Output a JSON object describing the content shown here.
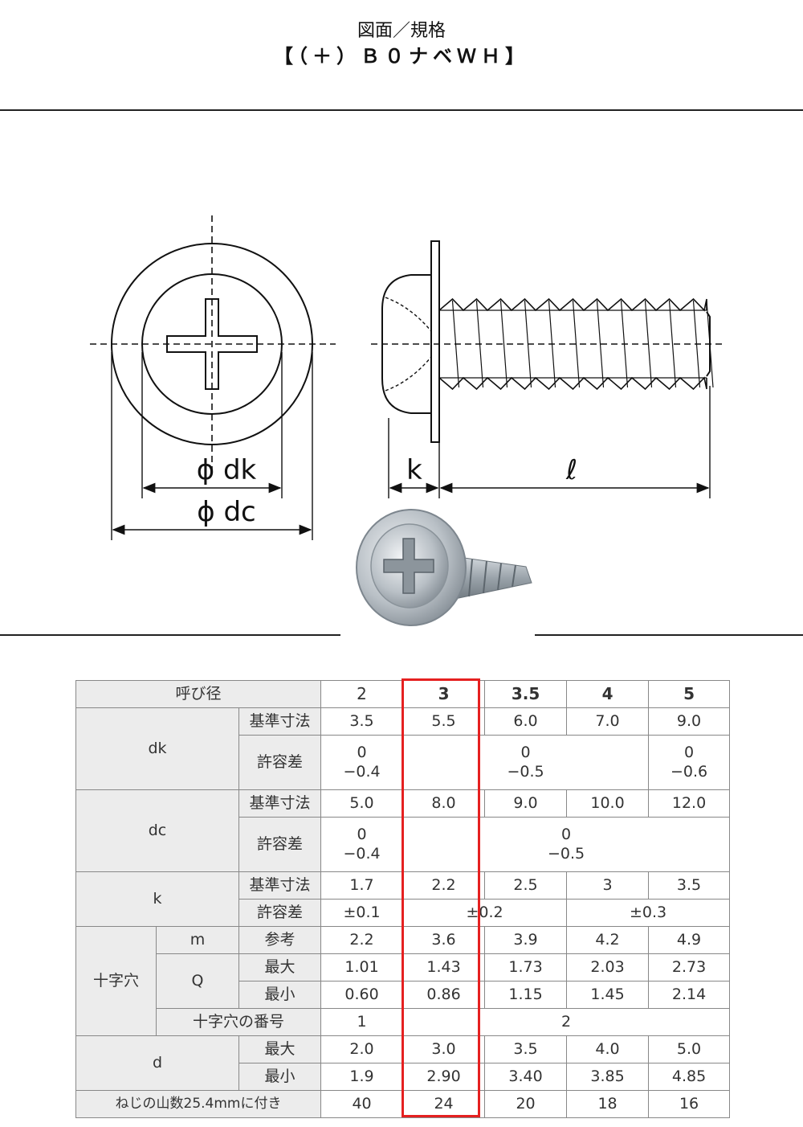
{
  "header": {
    "line1": "図面／規格",
    "line2": "【（＋）Ｂ０ナベＷＨ】"
  },
  "drawing": {
    "phi_dk": "ϕ dk",
    "phi_dc": "ϕ dc",
    "k": "k",
    "l": "ℓ"
  },
  "table": {
    "nominal_label": "呼び径",
    "sizes": [
      "2",
      "3",
      "3.5",
      "4",
      "5"
    ],
    "base_label": "基準寸法",
    "tol_label": "許容差",
    "dk": {
      "label": "dk",
      "base": [
        "3.5",
        "5.5",
        "6.0",
        "7.0",
        "9.0"
      ],
      "tol_a_top": "0",
      "tol_a_bot": "−0.4",
      "tol_b_top": "0",
      "tol_b_bot": "−0.5",
      "tol_c_top": "0",
      "tol_c_bot": "−0.6"
    },
    "dc": {
      "label": "dc",
      "base": [
        "5.0",
        "8.0",
        "9.0",
        "10.0",
        "12.0"
      ],
      "tol_a_top": "0",
      "tol_a_bot": "−0.4",
      "tol_b_top": "0",
      "tol_b_bot": "−0.5"
    },
    "k": {
      "label": "k",
      "base": [
        "1.7",
        "2.2",
        "2.5",
        "3",
        "3.5"
      ],
      "tol_a": "±0.1",
      "tol_b": "±0.2",
      "tol_c": "±0.3"
    },
    "cross": {
      "label": "十字穴",
      "m_label": "m",
      "ref_label": "参考",
      "m": [
        "2.2",
        "3.6",
        "3.9",
        "4.2",
        "4.9"
      ],
      "q_label": "Q",
      "max_label": "最大",
      "min_label": "最小",
      "q_max": [
        "1.01",
        "1.43",
        "1.73",
        "2.03",
        "2.73"
      ],
      "q_min": [
        "0.60",
        "0.86",
        "1.15",
        "1.45",
        "2.14"
      ],
      "no_label": "十字穴の番号",
      "no_a": "1",
      "no_b": "2"
    },
    "d": {
      "label": "d",
      "max": [
        "2.0",
        "3.0",
        "3.5",
        "4.0",
        "5.0"
      ],
      "min": [
        "1.9",
        "2.90",
        "3.40",
        "3.85",
        "4.85"
      ]
    },
    "threads": {
      "label": "ねじの山数25.4mmに付き",
      "values": [
        "40",
        "24",
        "20",
        "18",
        "16"
      ]
    }
  },
  "colors": {
    "highlight": "#e52020",
    "label_bg": "#ececec"
  }
}
